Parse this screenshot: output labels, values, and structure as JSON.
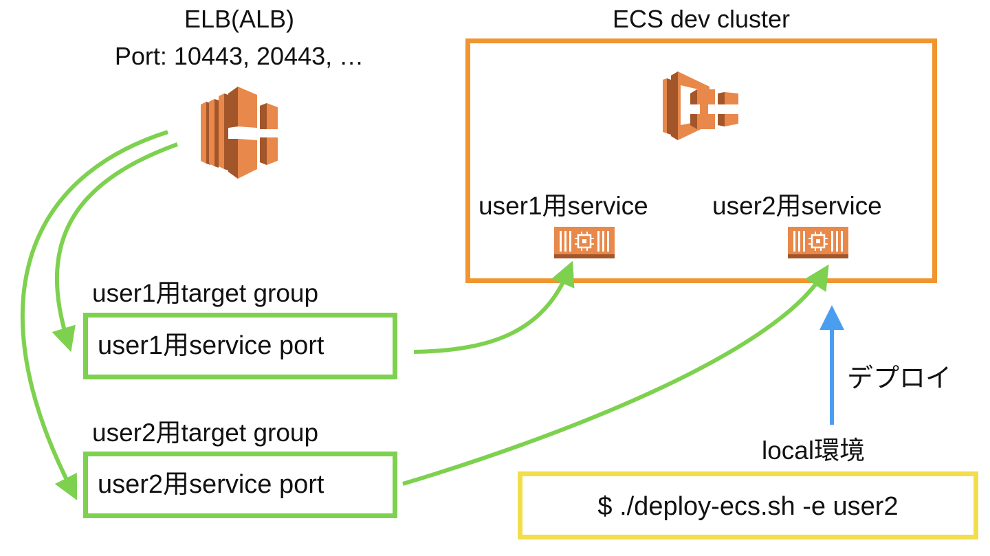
{
  "colors": {
    "aws_orange": "#e8884a",
    "aws_orange_dark": "#a3562a",
    "cluster_border": "#f0952f",
    "target_group_border": "#7dd14f",
    "arrow_green": "#7dd14f",
    "arrow_blue": "#4a9ef0",
    "local_border": "#f2dd4a"
  },
  "elb": {
    "title": "ELB(ALB)",
    "ports": "Port: 10443, 20443, …",
    "icon": "elb-icon"
  },
  "ecs_cluster": {
    "title": "ECS dev cluster",
    "icon": "ecs-icon",
    "services": [
      {
        "label": "user1用service",
        "icon": "ec2-container-icon"
      },
      {
        "label": "user2用service",
        "icon": "ec2-container-icon"
      }
    ]
  },
  "target_groups": [
    {
      "title": "user1用target group",
      "port_label": "user1用service port"
    },
    {
      "title": "user2用target group",
      "port_label": "user2用service port"
    }
  ],
  "deploy": {
    "arrow_label": "デプロイ",
    "local_label": "local環境",
    "command": "$ ./deploy-ecs.sh -e user2"
  }
}
